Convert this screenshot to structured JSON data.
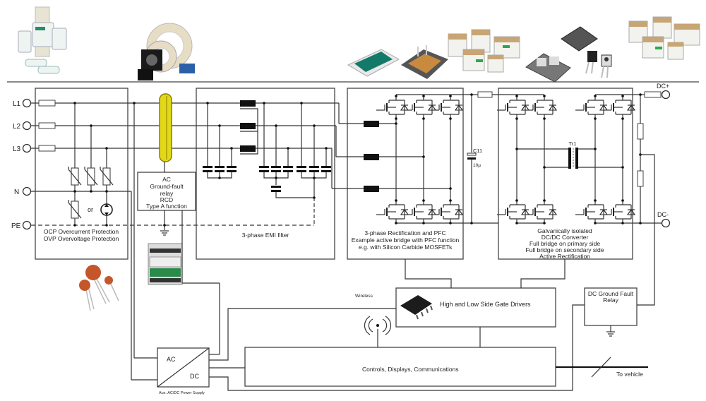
{
  "terminals": {
    "l1": "L1",
    "l2": "L2",
    "l3": "L3",
    "n": "N",
    "pe": "PE",
    "dc_plus": "DC+",
    "dc_minus": "DC-"
  },
  "blocks": {
    "protection": {
      "lines": [
        "OCP Overcurrent Protection",
        "OVP Overvoltage Protection"
      ],
      "or_label": "or"
    },
    "ground_fault_ac": {
      "lines": [
        "AC",
        "Ground-fault",
        "relay",
        "RCD",
        "Type A function"
      ]
    },
    "emi_filter": {
      "lines": [
        "3-phase EMI filter"
      ]
    },
    "rectification": {
      "lines": [
        "3-phase Rectification and PFC",
        "Example active bridge with PFC function",
        "e.g. with Silicon Carbide MOSFETs"
      ]
    },
    "dcdc": {
      "lines": [
        "Galvanically isolated",
        "DC/DC Converter",
        "Full bridge on primary side",
        "Full bridge on secondary side",
        "Active Rectification"
      ]
    },
    "gate_drivers": {
      "lines": [
        "High and Low Side Gate Drivers"
      ]
    },
    "dc_ground_fault": {
      "lines": [
        "DC Ground Fault",
        "Relay"
      ]
    },
    "controls": {
      "lines": [
        "Controls, Displays, Communications"
      ]
    },
    "aux_supply": {
      "ac": "AC",
      "dc": "DC",
      "caption": "Aux. AC/DC Power Supply"
    }
  },
  "components": {
    "capacitor_label": "C11",
    "capacitor_value": "10µ",
    "transformer_label": "Tr1",
    "wireless_label": "Wireless",
    "to_vehicle_label": "To vehicle"
  },
  "photos": [
    {
      "name": "fuses-photo",
      "desc": "Industrial fuses"
    },
    {
      "name": "current-transformers-photo",
      "desc": "Ring current transformers"
    },
    {
      "name": "power-modules-photo",
      "desc": "Power modules"
    },
    {
      "name": "square-fuses-photo",
      "desc": "Square body fuses"
    },
    {
      "name": "mosfet-packages-photo",
      "desc": "MOSFET packages"
    },
    {
      "name": "square-fuses-photo-2",
      "desc": "Square body fuses"
    },
    {
      "name": "varistors-photo",
      "desc": "Varistors"
    },
    {
      "name": "ground-fault-relay-photo",
      "desc": "Ground fault relay module"
    }
  ],
  "colors": {
    "toroid": "#e3d817",
    "toroid_edge": "#8a7f00",
    "varistor": "#c4562a",
    "module_green": "#137a6a"
  }
}
